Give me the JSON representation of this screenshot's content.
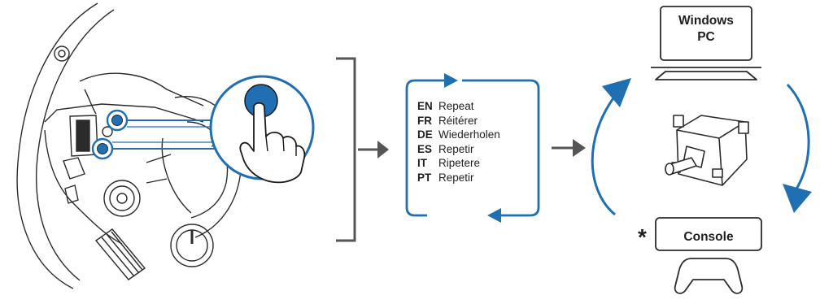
{
  "colors": {
    "accent_blue": "#1f6fb2",
    "line_dark": "#2b2b2b",
    "bracket_grey": "#555555"
  },
  "instruction": {
    "icons": [
      "wheel-rim-illustration",
      "finger-press-icon",
      "repeat-loop-icon",
      "pc-monitor-icon",
      "keyboard-icon",
      "shifter-device-icon",
      "gamepad-icon",
      "cycle-arrows-icon"
    ],
    "repeat_languages": [
      {
        "code": "EN",
        "label": "Repeat"
      },
      {
        "code": "FR",
        "label": "Réitérer"
      },
      {
        "code": "DE",
        "label": "Wiederholen"
      },
      {
        "code": "ES",
        "label": "Repetir"
      },
      {
        "code": "IT",
        "label": "Ripetere"
      },
      {
        "code": "PT",
        "label": "Repetir"
      }
    ],
    "targets": {
      "pc_line1": "Windows",
      "pc_line2": "PC",
      "console": "Console",
      "console_mark": "*"
    }
  }
}
